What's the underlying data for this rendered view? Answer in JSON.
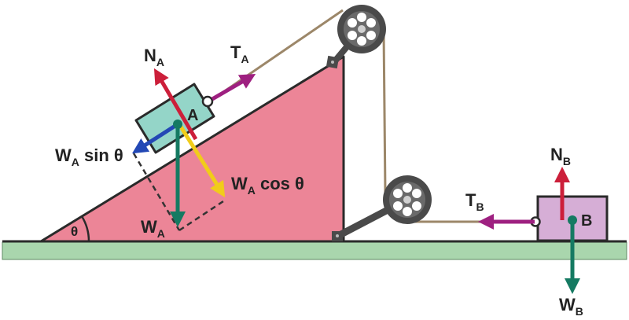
{
  "diagram": {
    "angle_label": "θ",
    "block_a": {
      "label": "A"
    },
    "block_b": {
      "label": "B"
    },
    "forces": {
      "normal_a": {
        "symbol": "N",
        "subscript": "A"
      },
      "tension_a": {
        "symbol": "T",
        "subscript": "A"
      },
      "weight_a": {
        "symbol": "W",
        "subscript": "A"
      },
      "weight_a_sin": {
        "symbol": "W",
        "subscript": "A",
        "suffix": " sin θ"
      },
      "weight_a_cos": {
        "symbol": "W",
        "subscript": "A",
        "suffix": " cos θ"
      },
      "normal_b": {
        "symbol": "N",
        "subscript": "B"
      },
      "tension_b": {
        "symbol": "T",
        "subscript": "B"
      },
      "weight_b": {
        "symbol": "W",
        "subscript": "B"
      }
    }
  },
  "colors": {
    "ground": "#a9d6ad",
    "incline": "#ec8597",
    "block_a": "#94d5c8",
    "block_b": "#d6aed6",
    "pulley": "#4a4a4a",
    "rope": "#9c8769",
    "normal_arrow": "#cc1f3a",
    "tension_arrow": "#9e2080",
    "weight_arrow": "#157a62",
    "sin_arrow": "#2348b5",
    "cos_arrow": "#f1cc1a"
  }
}
